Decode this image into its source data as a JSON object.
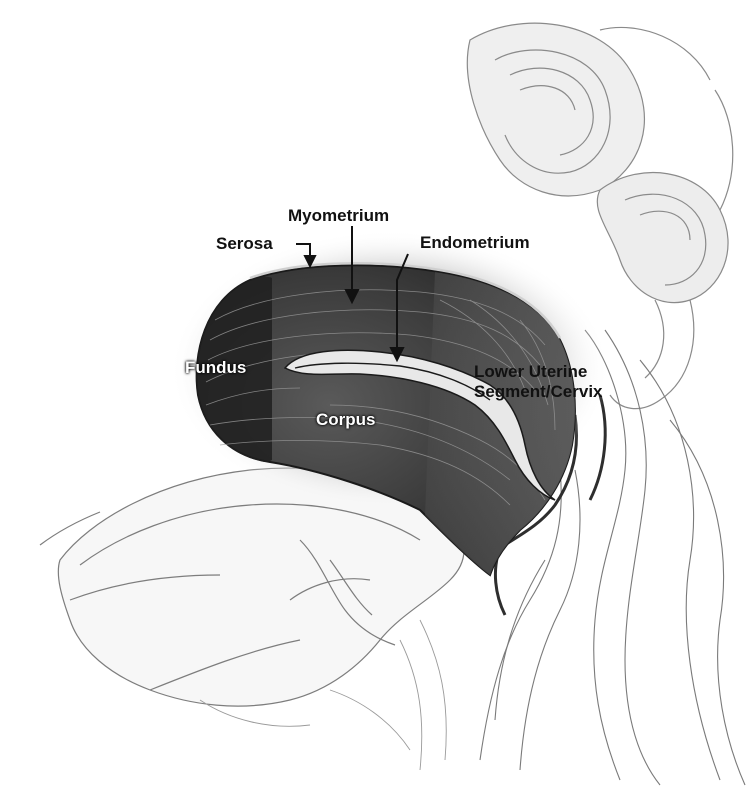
{
  "labels": {
    "myometrium": "Myometrium",
    "serosa": "Serosa",
    "endometrium": "Endometrium",
    "fundus": "Fundus",
    "corpus": "Corpus",
    "lower_uterine_line1": "Lower Uterine",
    "lower_uterine_line2": "Segment/Cervix"
  },
  "colors": {
    "background": "#ffffff",
    "sketch_line": "#6b6b6b",
    "uterus_wall_dark": "#2a2a2a",
    "uterus_wall_mid": "#4a4a4a",
    "label_text": "#111111"
  }
}
